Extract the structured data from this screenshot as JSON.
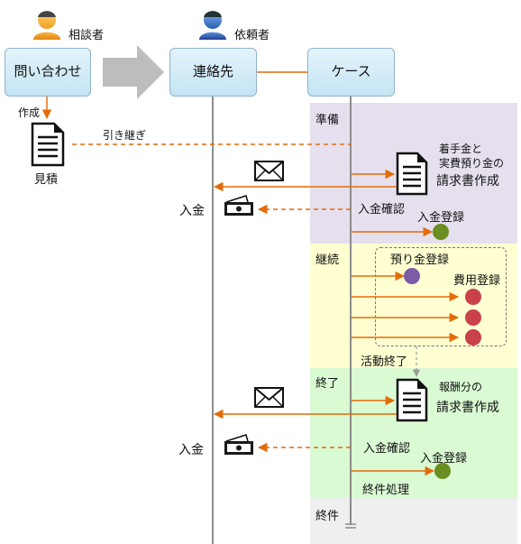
{
  "actors": {
    "consultant": "相談者",
    "client": "依頼者"
  },
  "boxes": {
    "inquiry": "問い合わせ",
    "contact": "連絡先",
    "case": "ケース"
  },
  "phases": [
    {
      "label": "準備",
      "color": "#e6e0ee"
    },
    {
      "label": "継続",
      "color": "#ffffd2"
    },
    {
      "label": "終了",
      "color": "#d9fad2"
    },
    {
      "label": "終件",
      "color": "#efefef"
    }
  ],
  "labels": {
    "create": "作成",
    "estimate": "見積",
    "handover": "引き継ぎ",
    "invoice1_line1": "着手金と",
    "invoice1_line2": "実費預り金の",
    "invoice1_line3": "請求書作成",
    "payment1": "入金",
    "confirm1": "入金確認",
    "register1": "入金登録",
    "deposit_register": "預り金登録",
    "expense_register": "費用登録",
    "activity_end": "活動終了",
    "invoice2_line1": "報酬分の",
    "invoice2_line2": "請求書作成",
    "payment2": "入金",
    "confirm2": "入金確認",
    "register2": "入金登録",
    "closing": "終件処理"
  },
  "colors": {
    "arrow": "#e36c0a",
    "lifeline": "#8c8c8c",
    "dot_green": "#6b8e23",
    "dot_purple": "#7d5ba6",
    "dot_red": "#c9414b"
  }
}
